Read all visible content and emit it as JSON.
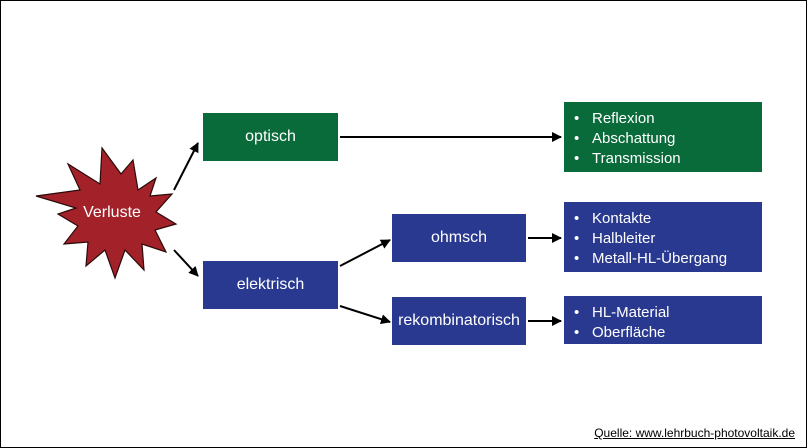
{
  "root": {
    "label": "Verluste"
  },
  "categories": {
    "optisch": {
      "label": "optisch",
      "items": [
        "Reflexion",
        "Abschattung",
        "Transmission"
      ]
    },
    "elektrisch": {
      "label": "elektrisch"
    },
    "ohmsch": {
      "label": "ohmsch",
      "items": [
        "Kontakte",
        "Halbleiter",
        "Metall-HL-Übergang"
      ]
    },
    "rekombinatorisch": {
      "label": "rekombinatorisch",
      "items": [
        "HL-Material",
        "Oberfläche"
      ]
    }
  },
  "bullet": "•",
  "colors": {
    "green": "#0a6b3a",
    "blue": "#2a3990",
    "star": "#a3222a"
  },
  "source": "Quelle: www.lehrbuch-photovoltaik.de"
}
